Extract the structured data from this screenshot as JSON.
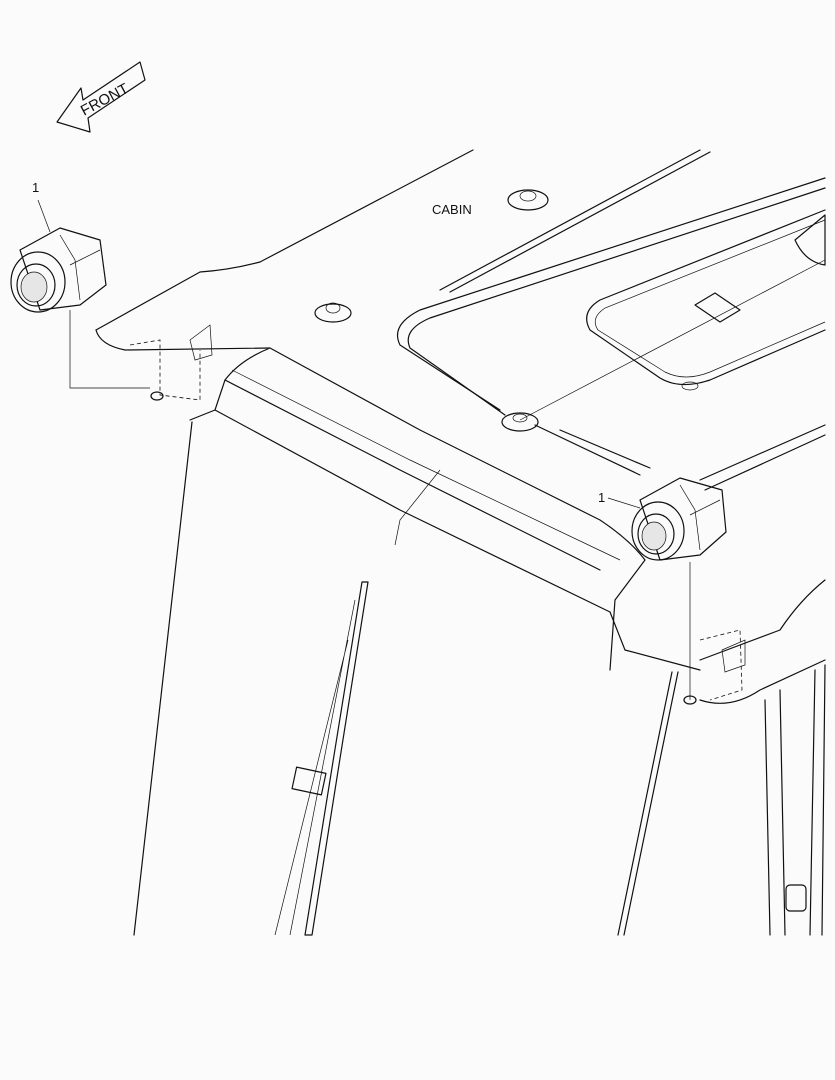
{
  "direction_arrow": {
    "label": "FRONT",
    "icon": "arrow-left-icon"
  },
  "assembly_label": "CABIN",
  "callouts": [
    {
      "number": "1",
      "part": "work-light"
    },
    {
      "number": "1",
      "part": "work-light"
    }
  ]
}
